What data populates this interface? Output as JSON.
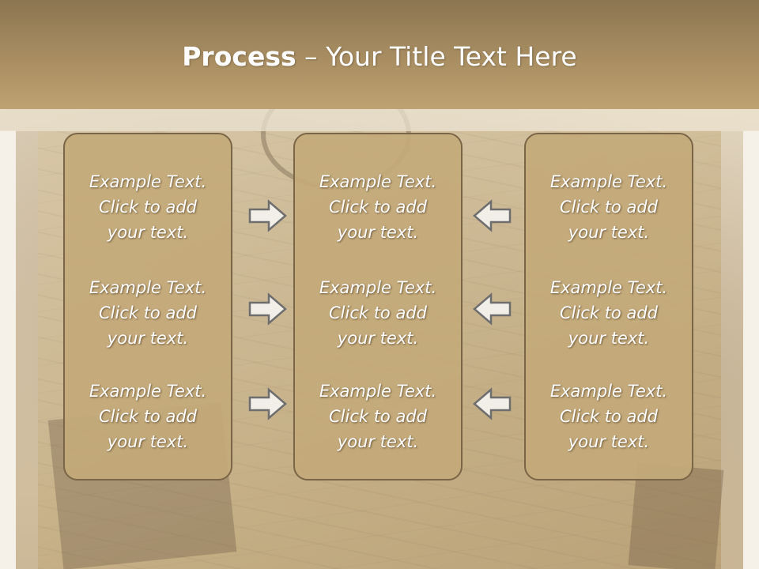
{
  "slide": {
    "title_bold": "Process",
    "title_rest": " – Your Title Text Here"
  },
  "columns": [
    {
      "items": [
        {
          "lines": [
            "Example Text.",
            "Click  to add",
            "your text."
          ]
        },
        {
          "lines": [
            "Example Text.",
            "Click  to add",
            "your text."
          ]
        },
        {
          "lines": [
            "Example Text.",
            "Click  to add",
            "your text."
          ]
        }
      ]
    },
    {
      "items": [
        {
          "lines": [
            "Example Text.",
            "Click  to add",
            "your text."
          ]
        },
        {
          "lines": [
            "Example Text.",
            "Click  to add",
            "your text."
          ]
        },
        {
          "lines": [
            "Example Text.",
            "Click  to add",
            "your text."
          ]
        }
      ]
    },
    {
      "items": [
        {
          "lines": [
            "Example Text.",
            "Click  to add",
            "your text."
          ]
        },
        {
          "lines": [
            "Example Text.",
            "Click  to add",
            "your text."
          ]
        },
        {
          "lines": [
            "Example Text.",
            "Click  to add",
            "your text."
          ]
        }
      ]
    }
  ],
  "arrows": {
    "left_group": [
      "right-arrow",
      "right-arrow",
      "right-arrow"
    ],
    "right_group": [
      "left-arrow",
      "left-arrow",
      "left-arrow"
    ]
  },
  "colors": {
    "header": "#a98e62",
    "box_fill": "#c4aa7a",
    "box_border": "#7a6547",
    "text": "#ffffff",
    "arrow_fill": "#f2efe9",
    "arrow_stroke": "#6e6e6e"
  }
}
